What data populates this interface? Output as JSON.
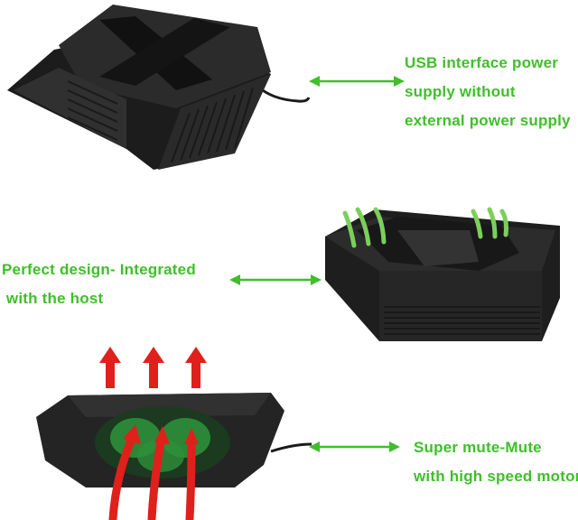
{
  "colors": {
    "caption_green": "#3fbf2a",
    "arrow_green": "#3fbf2a",
    "body_dark": "#262626",
    "airflow_red": "#e0201a",
    "airflow_green": "#7ccf5a",
    "fan_glow": "#2f8f3a"
  },
  "features": [
    {
      "lines": [
        "USB interface power",
        "supply without",
        "external power supply"
      ]
    },
    {
      "lines": [
        "Perfect design- Integrated",
        " with the host"
      ]
    },
    {
      "lines": [
        "Super mute-Mute",
        "with high speed motor"
      ]
    }
  ],
  "icons": {
    "connector": "double-arrow-icon",
    "airflow_out": "up-arrow-icon",
    "airflow_in": "curved-arrow-icon"
  }
}
